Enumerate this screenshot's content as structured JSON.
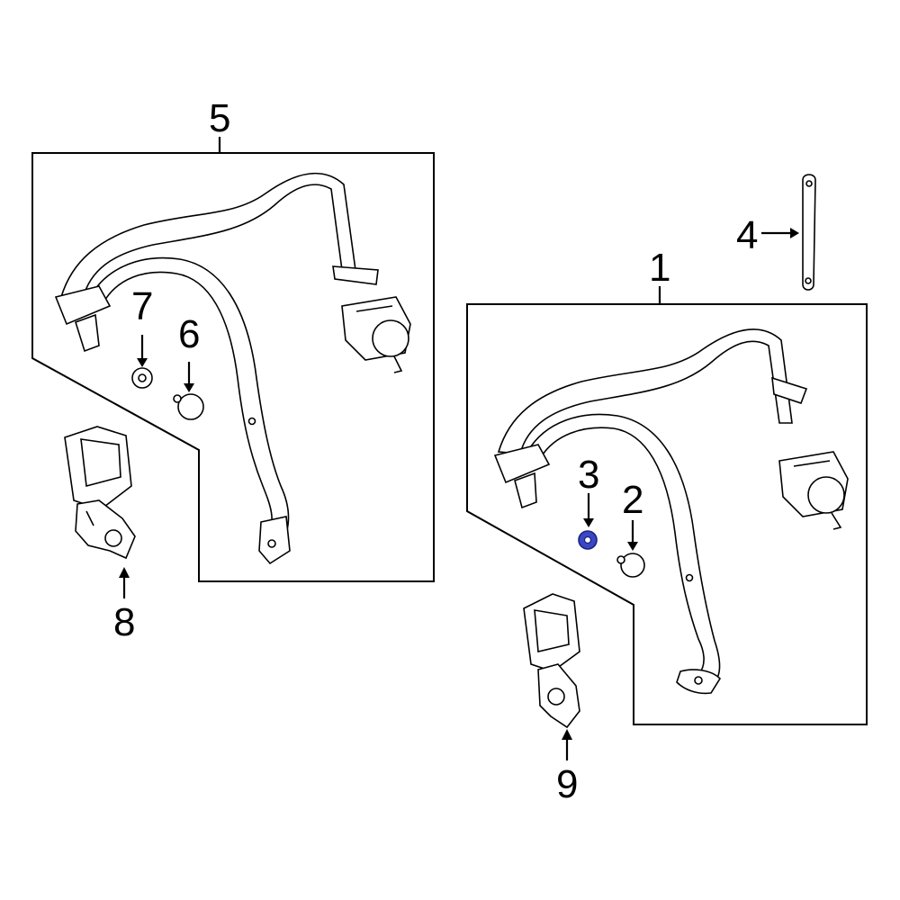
{
  "colors": {
    "background": "#ffffff",
    "ink": "#000000",
    "highlight_fill": "#3b46c4",
    "highlight_stroke": "#1a237e"
  },
  "callouts": {
    "c1": "1",
    "c2": "2",
    "c3": "3",
    "c4": "4",
    "c5": "5",
    "c6": "6",
    "c7": "7",
    "c8": "8",
    "c9": "9"
  },
  "highlighted_part": "3"
}
